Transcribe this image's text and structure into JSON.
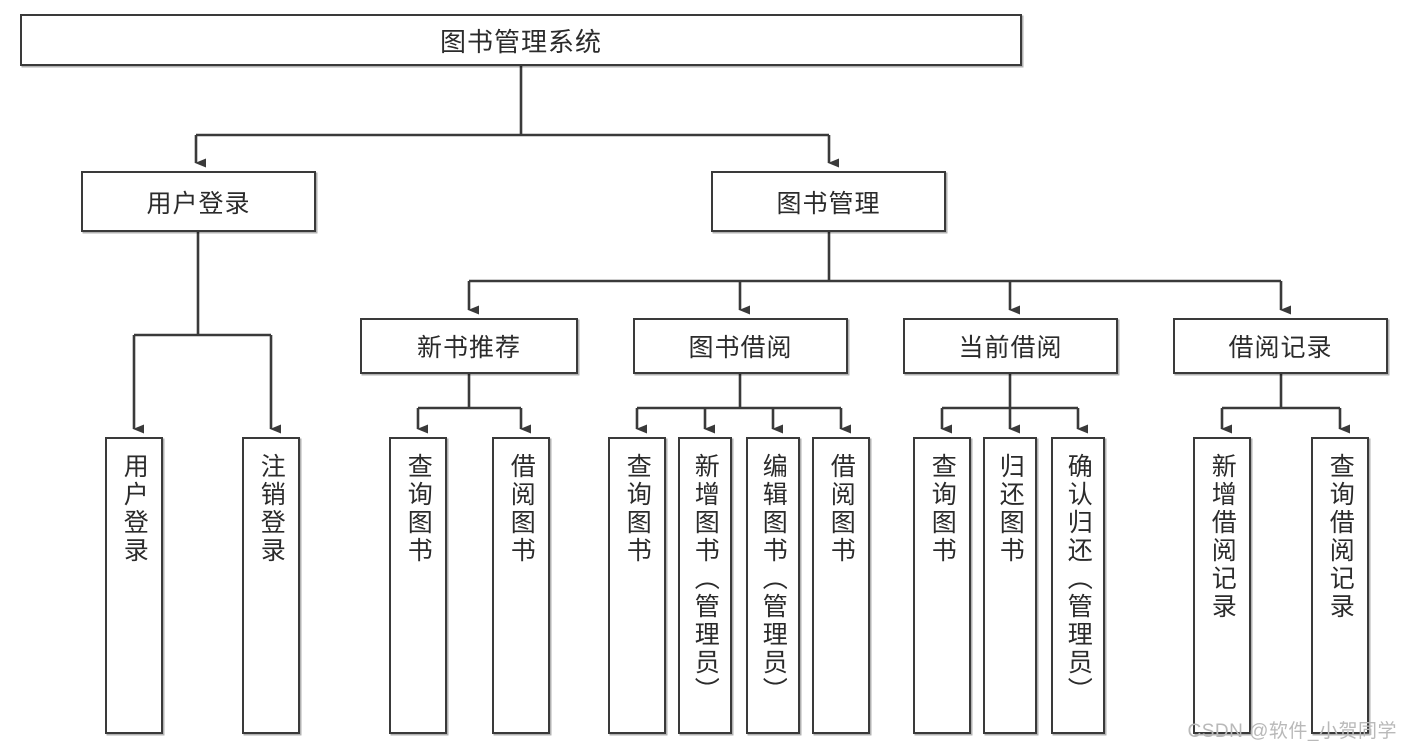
{
  "diagram": {
    "title": "图书管理系统",
    "type": "hierarchy-tree",
    "root": {
      "label": "图书管理系统"
    },
    "level2": [
      {
        "label": "用户登录"
      },
      {
        "label": "图书管理"
      }
    ],
    "level3": [
      {
        "label": "新书推荐"
      },
      {
        "label": "图书借阅"
      },
      {
        "label": "当前借阅"
      },
      {
        "label": "借阅记录"
      }
    ],
    "leaves": {
      "user_login": [
        {
          "label": "用户登录"
        },
        {
          "label": "注销登录"
        }
      ],
      "new_book": [
        {
          "label": "查询图书"
        },
        {
          "label": "借阅图书"
        }
      ],
      "book_borrow": [
        {
          "label": "查询图书"
        },
        {
          "label": "新增图书（管理员）"
        },
        {
          "label": "编辑图书（管理员）"
        },
        {
          "label": "借阅图书"
        }
      ],
      "current_borrow": [
        {
          "label": "查询图书"
        },
        {
          "label": "归还图书"
        },
        {
          "label": "确认归还（管理员）"
        }
      ],
      "borrow_record": [
        {
          "label": "新增借阅记录"
        },
        {
          "label": "查询借阅记录"
        }
      ]
    }
  },
  "watermark": {
    "text": "CSDN @软件_小贺同学"
  },
  "colors": {
    "border": "#3a3a3a",
    "text": "#2b2b2b",
    "background": "#ffffff",
    "watermark": "#b9b9b9"
  }
}
